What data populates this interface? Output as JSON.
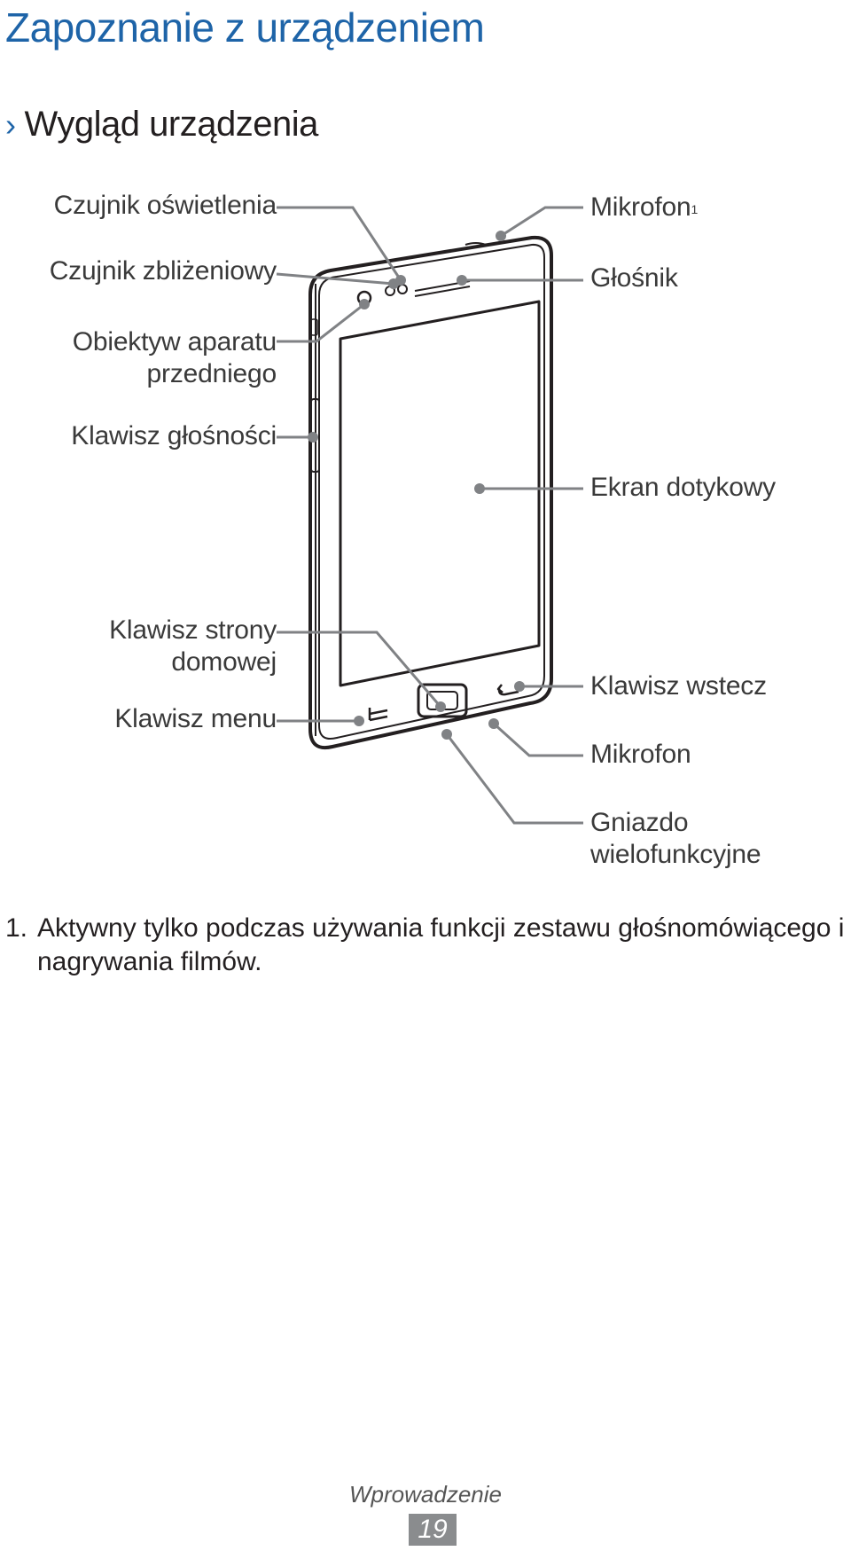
{
  "header": {
    "chapter_title": "Zapoznanie z urządzeniem",
    "section_chevron": "›",
    "section_title": "Wygląd urządzenia"
  },
  "diagram": {
    "labels": {
      "light_sensor": "Czujnik oświetlenia",
      "proximity_sensor": "Czujnik zbliżeniowy",
      "front_camera_line1": "Obiektyw aparatu",
      "front_camera_line2": "przedniego",
      "volume_key": "Klawisz głośności",
      "home_key_line1": "Klawisz strony",
      "home_key_line2": "domowej",
      "menu_key": "Klawisz menu",
      "microphone_top": "Mikrofon",
      "microphone_top_sup": "1",
      "speaker": "Głośnik",
      "touch_screen": "Ekran dotykowy",
      "back_key": "Klawisz wstecz",
      "microphone_bottom": "Mikrofon",
      "multifunction_jack_line1": "Gniazdo",
      "multifunction_jack_line2": "wielofunkcyjne"
    }
  },
  "footnote": {
    "number": "1.",
    "text_line1": "Aktywny tylko podczas używania funkcji zestawu głośnomówiącego i",
    "text_line2": "nagrywania filmów."
  },
  "footer": {
    "section_name": "Wprowadzenie",
    "page_number": "19"
  }
}
